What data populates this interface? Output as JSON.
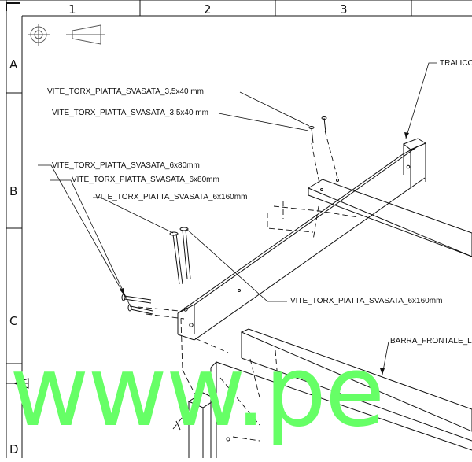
{
  "grid": {
    "columns": [
      "1",
      "2",
      "3"
    ],
    "rows": [
      "A",
      "B",
      "C",
      "D"
    ]
  },
  "labels": {
    "screw_35x40_a": "VITE_TORX_PIATTA_SVASATA_3,5x40 mm",
    "screw_35x40_b": "VITE_TORX_PIATTA_SVASATA_3,5x40 mm",
    "screw_6x80_a": "VITE_TORX_PIATTA_SVASATA_6x80mm",
    "screw_6x80_b": "VITE_TORX_PIATTA_SVASATA_6x80mm",
    "screw_6x160_a": "VITE_TORX_PIATTA_SVASATA_6x160mm",
    "screw_6x160_b": "VITE_TORX_PIATTA_SVASATA_6x160mm",
    "traverse": "TRALICC",
    "front_bar": "BARRA_FRONTALE_L"
  },
  "watermark": "www.pe",
  "colors": {
    "line": "#111111",
    "watermark": "#66ff66"
  }
}
